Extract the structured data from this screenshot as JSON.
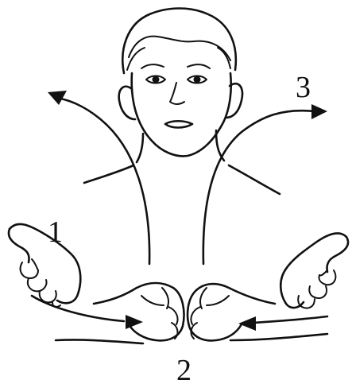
{
  "figure": {
    "labels": {
      "step_1": "1",
      "step_2": "2",
      "step_3": "3"
    },
    "icons": {
      "head": "head-icon",
      "left_arrow": "arrow-up-left-icon",
      "right_arrow": "arrow-up-right-icon",
      "left_hand_open": "open-hand-icon",
      "right_hand_open": "open-hand-icon",
      "left_fist": "fist-icon",
      "right_fist": "fist-icon"
    },
    "colors": {
      "ink": "#111111",
      "background": "#ffffff"
    }
  }
}
